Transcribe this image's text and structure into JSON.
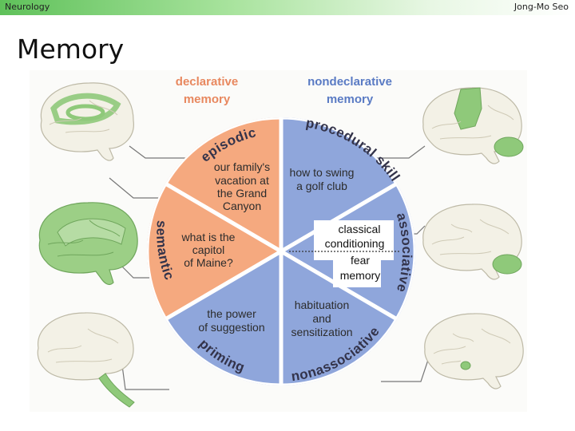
{
  "header": {
    "course": "Neurology",
    "author": "Jong-Mo Seo"
  },
  "slide": {
    "title": "Memory"
  },
  "diagram": {
    "headings": {
      "declarative": [
        "declarative",
        "memory"
      ],
      "nondeclarative": [
        "nondeclarative",
        "memory"
      ]
    },
    "segments": {
      "episodic": {
        "label": "episodic",
        "text": [
          "our family's",
          "vacation at",
          "the Grand",
          "Canyon"
        ]
      },
      "semantic": {
        "label": "semantic",
        "text": [
          "what is the",
          "capitol",
          "of Maine?"
        ]
      },
      "priming": {
        "label": "priming",
        "text": [
          "the power",
          "of suggestion"
        ]
      },
      "procedural": {
        "label": "procedural skill",
        "text": [
          "how to swing",
          "a golf club"
        ]
      },
      "associative": {
        "label": "associative",
        "text": [
          "classical",
          "conditioning",
          "fear",
          "memory"
        ]
      },
      "nonassociative": {
        "label": "nonassociative",
        "text": [
          "habituation",
          "and",
          "sensitization"
        ]
      }
    },
    "colors": {
      "declarative": "#f5a97f",
      "nondeclarative": "#8fa6db",
      "heading_declarative": "#e8885f",
      "heading_nondeclarative": "#5a7bc4",
      "brain_highlight": "#8fc97a"
    },
    "icons": [
      "brain-episodic",
      "brain-semantic",
      "brain-priming",
      "brain-procedural",
      "brain-associative",
      "brain-nonassociative"
    ]
  }
}
